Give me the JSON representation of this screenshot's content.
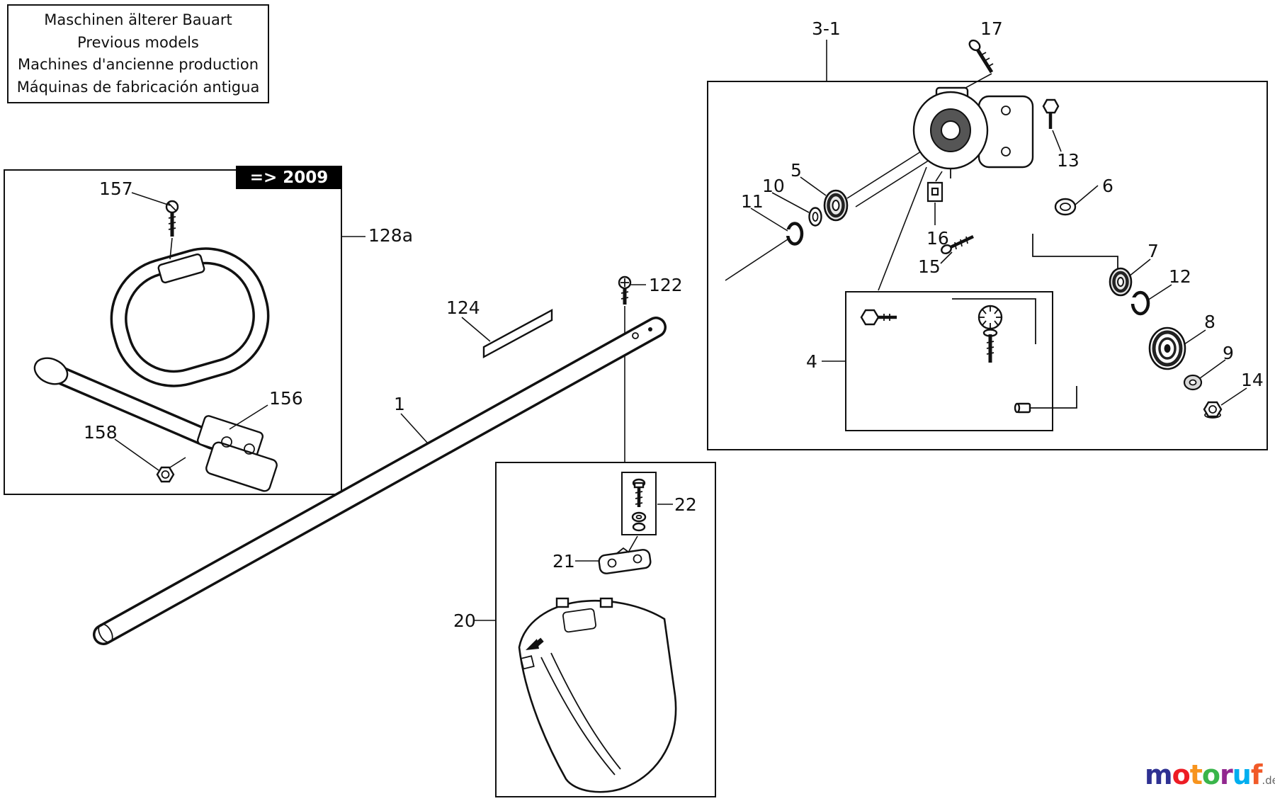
{
  "note_box": {
    "line1": "Maschinen älterer Bauart",
    "line2": "Previous models",
    "line3": "Machines d'ancienne production",
    "line4": "Máquinas de fabricación antigua"
  },
  "badge": {
    "text": "=> 2009",
    "bg": "#000000",
    "fg": "#ffffff"
  },
  "part_labels": {
    "p1": "1",
    "p3_1": "3-1",
    "p4": "4",
    "p5": "5",
    "p6": "6",
    "p7": "7",
    "p8": "8",
    "p9": "9",
    "p10": "10",
    "p11": "11",
    "p12": "12",
    "p13": "13",
    "p14": "14",
    "p15": "15",
    "p16": "16",
    "p17": "17",
    "p20": "20",
    "p21": "21",
    "p22": "22",
    "p122": "122",
    "p124": "124",
    "p128a": "128a",
    "p156": "156",
    "p157": "157",
    "p158": "158"
  },
  "logo": {
    "suffix": ".de",
    "letters": [
      {
        "ch": "m",
        "color": "#2e3192"
      },
      {
        "ch": "o",
        "color": "#ed1c24"
      },
      {
        "ch": "t",
        "color": "#f7941d"
      },
      {
        "ch": "o",
        "color": "#39b54a"
      },
      {
        "ch": "r",
        "color": "#92278f"
      },
      {
        "ch": "u",
        "color": "#00aeef"
      },
      {
        "ch": "f",
        "color": "#f15a29"
      }
    ]
  }
}
